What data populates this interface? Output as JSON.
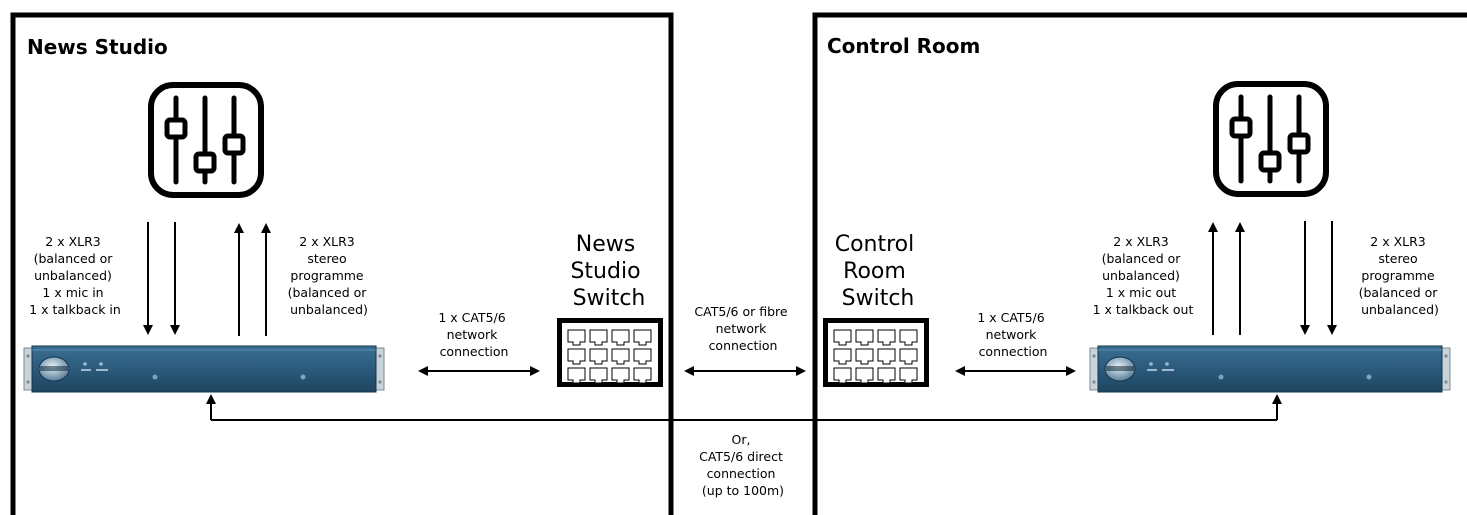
{
  "rooms": {
    "left_title": "News Studio",
    "right_title": "Control Room"
  },
  "labels": {
    "left_inputs": [
      "2 x XLR3",
      "(balanced or",
      "unbalanced)",
      "1 x mic in",
      "1 x talkback in"
    ],
    "left_outputs": [
      "2 x XLR3",
      "stereo",
      "programme",
      "(balanced or",
      "unbalanced)"
    ],
    "left_network": [
      "1 x CAT5/6",
      "network",
      "connection"
    ],
    "middle_network": [
      "CAT5/6 or fibre",
      "network",
      "connection"
    ],
    "right_network": [
      "1 x CAT5/6",
      "network",
      "connection"
    ],
    "right_inputs": [
      "2 x XLR3",
      "(balanced or",
      "unbalanced)",
      "1 x mic out",
      "1 x talkback out"
    ],
    "right_outputs": [
      "2 x XLR3",
      "stereo",
      "programme",
      "(balanced or",
      "unbalanced)"
    ],
    "direct": [
      "Or,",
      "CAT5/6 direct",
      "connection",
      "(up to 100m)"
    ]
  },
  "switches": {
    "left": [
      "News",
      "Studio",
      "Switch"
    ],
    "right": [
      "Control",
      "Room",
      "Switch"
    ]
  },
  "icons": {
    "mixer": "mixer-faders-icon",
    "switch": "network-switch-icon",
    "device": "rack-unit-device"
  },
  "colors": {
    "device_face": "#2b5a7c",
    "device_dark": "#1f4560",
    "line": "#000000"
  }
}
